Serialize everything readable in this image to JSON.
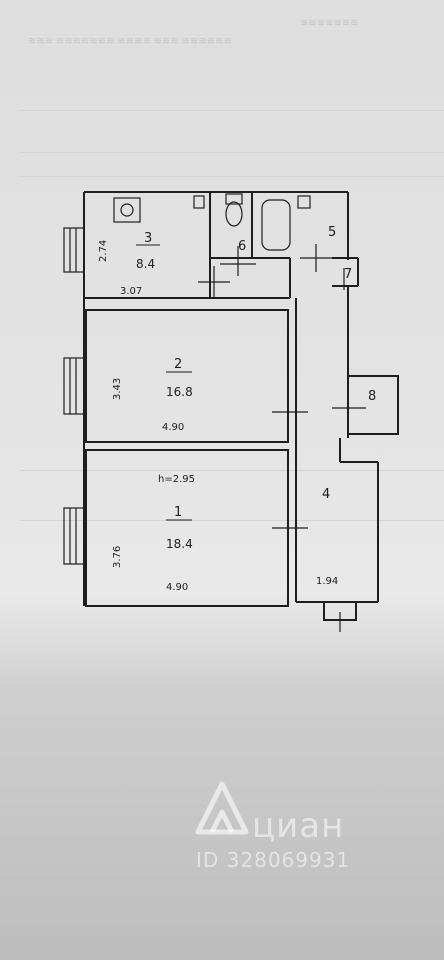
{
  "plan": {
    "ceiling_height": "h=2.95",
    "rooms": [
      {
        "number": "1",
        "area": "18.4",
        "width": "4.90",
        "height": "3.76"
      },
      {
        "number": "2",
        "area": "16.8",
        "width": "4.90",
        "height": "3.43"
      },
      {
        "number": "3",
        "area": "8.4",
        "width": "3.07",
        "height": "2.74"
      },
      {
        "number": "4",
        "width": "1.94"
      },
      {
        "number": "5"
      },
      {
        "number": "6"
      },
      {
        "number": "7"
      },
      {
        "number": "8"
      }
    ]
  },
  "watermark": {
    "brand": "циан",
    "id": "ID 328069931"
  },
  "colors": {
    "ink": "#1e1e1e",
    "paper": "#e4e4e4",
    "faint_print": "#c4c4c4"
  }
}
